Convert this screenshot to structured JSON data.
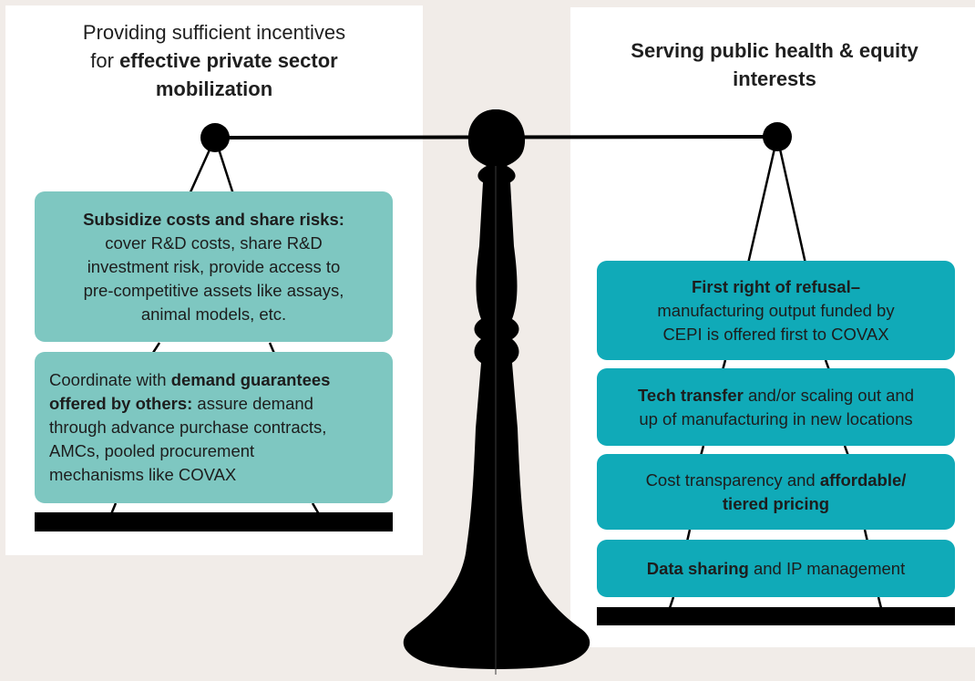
{
  "left": {
    "title": {
      "line1": "Providing sufficient incentives",
      "line2_prefix": "for ",
      "line2_bold": "effective private sector",
      "line3_bold": "mobilization"
    },
    "boxes": [
      {
        "bold": "Subsidize costs and share risks:",
        "lines": [
          "cover R&D costs, share R&D",
          "investment risk, provide access to",
          "pre-competitive assets like assays,",
          "animal models, etc."
        ]
      },
      {
        "line1_prefix": "Coordinate with ",
        "line1_bold": "demand guarantees",
        "line2_bold": "offered by others:",
        "line2_suffix": " assure demand",
        "lines": [
          "through advance purchase contracts,",
          "AMCs, pooled procurement",
          "mechanisms like COVAX"
        ]
      }
    ]
  },
  "right": {
    "title": {
      "line1": "Serving public health & equity",
      "line2": "interests"
    },
    "boxes": [
      {
        "bold": "First right of refusal–",
        "lines": [
          "manufacturing output funded by",
          "CEPI is offered first to COVAX"
        ]
      },
      {
        "bold": "Tech transfer",
        "suffix": " and/or scaling out and",
        "line2": "up of manufacturing in new locations"
      },
      {
        "prefix": "Cost transparency and ",
        "bold": "affordable/",
        "line2_bold": "tiered pricing"
      },
      {
        "bold": "Data sharing",
        "suffix": " and IP management"
      }
    ]
  },
  "colors": {
    "background": "#f1ece8",
    "left_box": "#7ec7c1",
    "right_box": "#10aab8",
    "scale": "#000000"
  }
}
